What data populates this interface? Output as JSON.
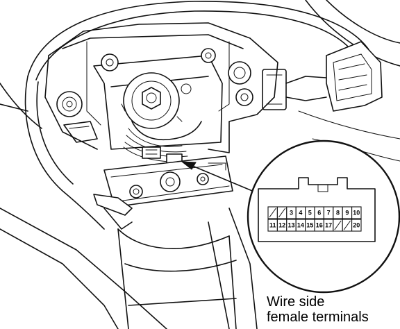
{
  "connector": {
    "pins_row1": [
      "",
      "",
      "3",
      "4",
      "5",
      "6",
      "7",
      "8",
      "9",
      "10"
    ],
    "pins_row2": [
      "11",
      "12",
      "13",
      "14",
      "15",
      "16",
      "17",
      "",
      "",
      "20"
    ],
    "empty_cavities_row1": [
      1,
      2
    ],
    "empty_cavities_row2": [
      8,
      9
    ]
  },
  "caption": {
    "line1": "Wire side",
    "line2": "female terminals"
  }
}
